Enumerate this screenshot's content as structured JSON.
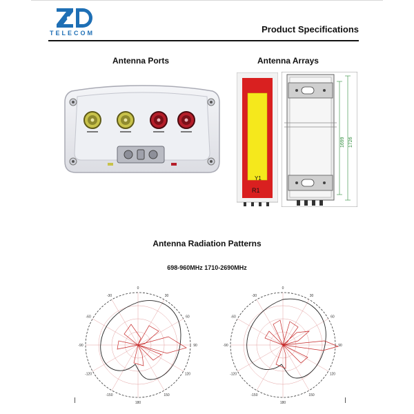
{
  "brand": {
    "name": "TELECOM",
    "logo_mark": "ZD",
    "logo_color": "#1e6fb5"
  },
  "header": {
    "title": "Product Specifications"
  },
  "sections": {
    "ports_title": "Antenna Ports",
    "arrays_title": "Antenna Arrays",
    "radiation_title": "Antenna Radiation Patterns",
    "radiation_bands": "698-960MHz 1710-2690MHz"
  },
  "arrays": {
    "row_label_y": "Y1",
    "row_label_r": "R1",
    "dim_inner": "1699",
    "dim_outer": "1726"
  },
  "polar": {
    "ticks": [
      "0",
      "30",
      "60",
      "90",
      "120",
      "150",
      "180",
      "-150",
      "-120",
      "-90",
      "-60",
      "-30"
    ],
    "colors": {
      "black": "#222222",
      "red": "#c62828"
    }
  }
}
